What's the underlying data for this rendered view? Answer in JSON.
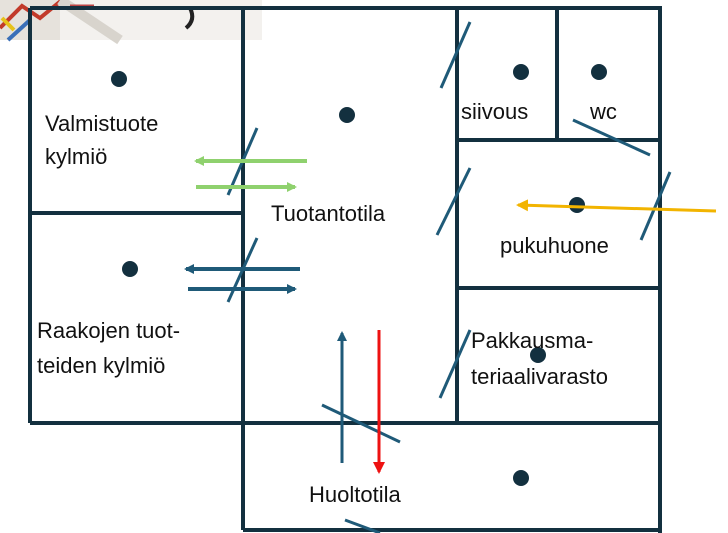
{
  "rooms": {
    "valmistuote": {
      "line1": "Valmistuote",
      "line2": "kylmiö"
    },
    "raakojen": {
      "line1": "Raakojen tuot-",
      "line2": "teiden kylmiö"
    },
    "tuotantotila": {
      "label": "Tuotantotila"
    },
    "siivous": {
      "label": "siivous"
    },
    "wc": {
      "label": "wc"
    },
    "pukuhuone": {
      "label": "pukuhuone"
    },
    "pakkaus": {
      "line1": "Pakkausma-",
      "line2": "teriaalivarasto"
    },
    "huoltotila": {
      "label": "Huoltotila"
    }
  },
  "colors": {
    "wall": "#13303f",
    "door": "#1f5a78",
    "dot": "#13303f",
    "arrow_green": "#8fd16e",
    "arrow_blue": "#1f5a78",
    "arrow_orange": "#f2b400",
    "arrow_red": "#ee1111"
  },
  "icons": {
    "corner_image": "cropped-photo-thumbnail",
    "room_marker": "dot-marker",
    "door": "door-swing-line"
  }
}
